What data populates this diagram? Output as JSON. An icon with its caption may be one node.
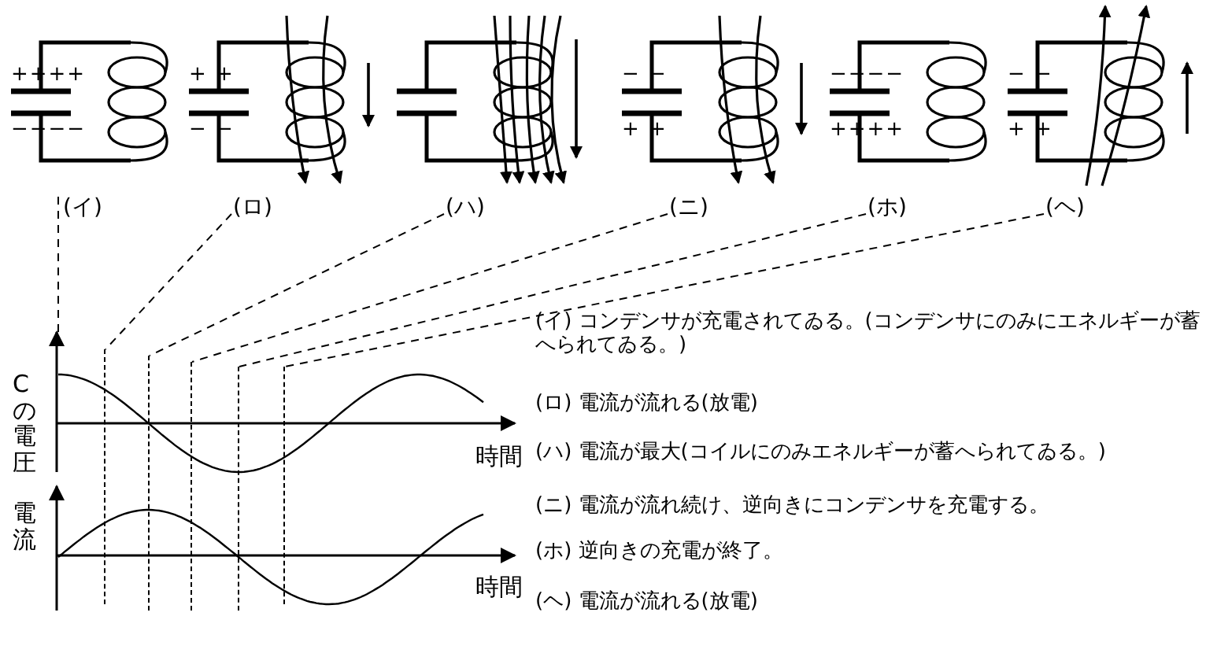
{
  "diagram": {
    "nodes": [
      {
        "text": [
          "(イ)"
        ]
      },
      {
        "text": [
          "(ロ)"
        ]
      },
      {
        "text": [
          "(ハ)"
        ]
      },
      {
        "text": [
          "(ニ)"
        ]
      },
      {
        "text": [
          "(ホ)"
        ]
      },
      {
        "text": [
          "(ヘ)"
        ]
      },
      {
        "text": [],
        "shape": "line"
      },
      {
        "text": [],
        "shape": "line"
      },
      {
        "text": [],
        "shape": "line"
      },
      {
        "text": [],
        "shape": "line"
      },
      {
        "text": [],
        "shape": "line"
      }
    ],
    "edges": [
      {
        "from": 0,
        "to": null,
        "arrow": "none",
        "style": "dashed"
      },
      {
        "from": 1,
        "to": 6,
        "arrow": "none",
        "style": "dashed"
      },
      {
        "from": 2,
        "to": 7,
        "arrow": "none",
        "style": "dashed"
      },
      {
        "from": 3,
        "to": 8,
        "arrow": "none",
        "style": "dashed"
      },
      {
        "from": 4,
        "to": 9,
        "arrow": "none",
        "style": "dashed"
      },
      {
        "from": 5,
        "to": 10,
        "arrow": "none",
        "style": "dashed"
      }
    ],
    "labels": [
      "++++",
      "−−−−",
      "+ +",
      "− −",
      "− −",
      "+ +",
      "−−−−",
      "++++",
      "− −",
      "+ +",
      "Cの電圧",
      "時間",
      "電流",
      "時間",
      "(イ) コンデンサが充電されてゐる。(コンデンサにのみにエネルギーが蓄へられてゐる。)",
      "(ロ) 電流が流れる(放電)",
      "(ハ) 電流が最大(コイルにのみエネルギーが蓄へられてゐる。)",
      "(ニ) 電流が流れ続け、逆向きにコンデンサを充電する。",
      "(ホ) 逆向きの充電が終了。",
      "(ヘ) 電流が流れる(放電)"
    ]
  }
}
